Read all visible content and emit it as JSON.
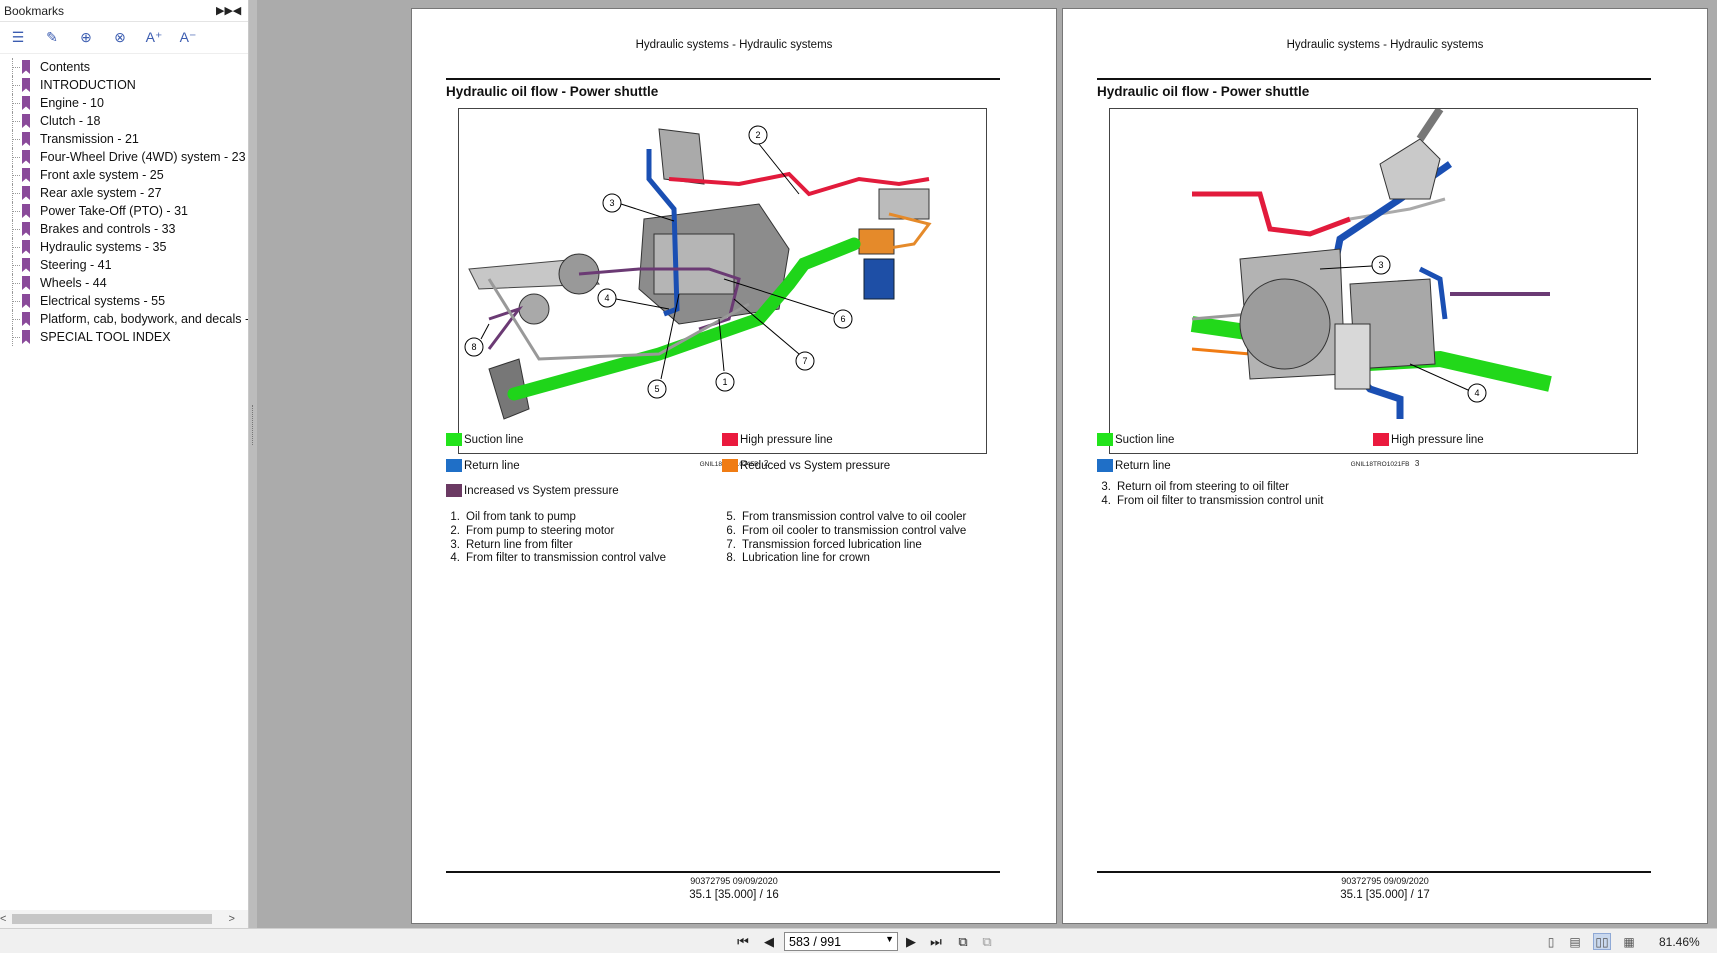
{
  "sidebar": {
    "title": "Bookmarks",
    "header_controls": [
      "expand-icon",
      "collapse-icon"
    ],
    "toolbar": [
      "options-icon",
      "expand-bookmark-icon",
      "find-bookmark-icon",
      "bookmark-properties-icon",
      "increase-text-icon",
      "decrease-text-icon"
    ],
    "toolbar_glyphs": [
      "☰",
      "✎",
      "⊕",
      "⊗",
      "A⁺",
      "A⁻"
    ],
    "items": [
      {
        "label": "Contents"
      },
      {
        "label": "INTRODUCTION"
      },
      {
        "label": "Engine - 10"
      },
      {
        "label": "Clutch - 18"
      },
      {
        "label": "Transmission - 21"
      },
      {
        "label": "Four-Wheel Drive (4WD) system - 23"
      },
      {
        "label": "Front axle system - 25"
      },
      {
        "label": "Rear axle system - 27"
      },
      {
        "label": "Power Take-Off (PTO) - 31"
      },
      {
        "label": "Brakes and controls - 33"
      },
      {
        "label": "Hydraulic systems - 35"
      },
      {
        "label": "Steering - 41"
      },
      {
        "label": "Wheels - 44"
      },
      {
        "label": "Electrical systems - 55"
      },
      {
        "label": "Platform, cab, bodywork, and decals -"
      },
      {
        "label": "SPECIAL TOOL INDEX"
      }
    ]
  },
  "colors": {
    "suction": "#22e31b",
    "high_pressure": "#ea1a3e",
    "return": "#1f6fc7",
    "reduced": "#f07c14",
    "increased": "#6b3a63"
  },
  "page_left": {
    "header": "Hydraulic systems - Hydraulic systems",
    "title": "Hydraulic oil flow - Power shuttle",
    "figure_code": "GNIL18TRO1024FB",
    "figure_num": "2",
    "callouts": [
      "1",
      "2",
      "3",
      "4",
      "5",
      "6",
      "7",
      "8"
    ],
    "legend": {
      "suction": "Suction line",
      "high_pressure": "High pressure line",
      "return": "Return line",
      "reduced": "Reduced vs System pressure",
      "increased": "Increased vs System pressure"
    },
    "list_a": [
      {
        "n": "1.",
        "t": "Oil from tank to pump"
      },
      {
        "n": "2.",
        "t": "From pump to steering motor"
      },
      {
        "n": "3.",
        "t": "Return line from filter"
      },
      {
        "n": "4.",
        "t": "From filter to transmission control valve"
      }
    ],
    "list_b": [
      {
        "n": "5.",
        "t": "From transmission control valve to oil cooler"
      },
      {
        "n": "6.",
        "t": "From oil cooler to transmission control valve"
      },
      {
        "n": "7.",
        "t": "Transmission forced lubrication line"
      },
      {
        "n": "8.",
        "t": "Lubrication line for crown"
      }
    ],
    "footer_code": "90372795 09/09/2020",
    "footer_page": "35.1 [35.000] / 16"
  },
  "page_right": {
    "header": "Hydraulic systems - Hydraulic systems",
    "title": "Hydraulic oil flow - Power shuttle",
    "figure_code": "GNIL18TRO1021FB",
    "figure_num": "3",
    "callouts": [
      "3",
      "4"
    ],
    "legend": {
      "suction": "Suction line",
      "high_pressure": "High pressure line",
      "return": "Return line"
    },
    "list_a": [
      {
        "n": "3.",
        "t": "Return oil from steering to oil filter"
      },
      {
        "n": "4.",
        "t": "From oil filter to transmission control unit"
      }
    ],
    "footer_code": "90372795 09/09/2020",
    "footer_page": "35.1 [35.000] / 17"
  },
  "navbar": {
    "page_indicator": "583 / 991",
    "zoom": "81.46%",
    "icons": [
      "first-page-icon",
      "prev-page-icon",
      "next-page-icon",
      "last-page-icon",
      "previous-view-icon",
      "next-view-icon",
      "single-page-icon",
      "continuous-icon",
      "facing-pages-icon",
      "continuous-facing-icon"
    ]
  }
}
